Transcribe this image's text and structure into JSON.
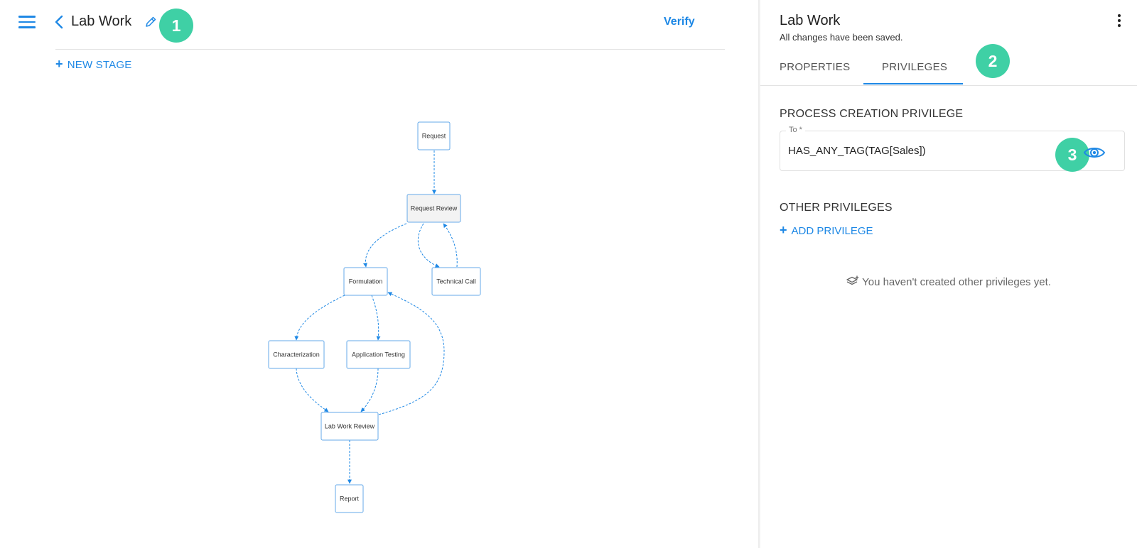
{
  "app": {
    "process_title": "Lab Work",
    "verify_label": "Verify",
    "new_stage_label": "NEW STAGE"
  },
  "badges": [
    "1",
    "2",
    "3"
  ],
  "diagram": {
    "stages": [
      {
        "id": "request",
        "label": "Request"
      },
      {
        "id": "request_review",
        "label": "Request Review"
      },
      {
        "id": "formulation",
        "label": "Formulation"
      },
      {
        "id": "technical_call",
        "label": "Technical Call"
      },
      {
        "id": "characterization",
        "label": "Characterization"
      },
      {
        "id": "application_testing",
        "label": "Application Testing"
      },
      {
        "id": "lab_work_review",
        "label": "Lab Work Review"
      },
      {
        "id": "report",
        "label": "Report"
      }
    ]
  },
  "panel": {
    "title": "Lab Work",
    "saved_status": "All changes have been saved.",
    "tabs": [
      {
        "label": "PROPERTIES",
        "active": false
      },
      {
        "label": "PRIVILEGES",
        "active": true
      }
    ],
    "process_creation": {
      "heading": "PROCESS CREATION PRIVILEGE",
      "field_label": "To *",
      "field_value": "HAS_ANY_TAG(TAG[Sales])"
    },
    "other_privileges": {
      "heading": "OTHER PRIVILEGES",
      "add_label": "ADD PRIVILEGE",
      "empty_message": "You haven't created other privileges yet."
    }
  },
  "colors": {
    "accent": "#1e88e5",
    "badge": "#3fd0a5",
    "node_border": "#64a9ea",
    "highlight_node_fill": "#f3f3f3"
  }
}
